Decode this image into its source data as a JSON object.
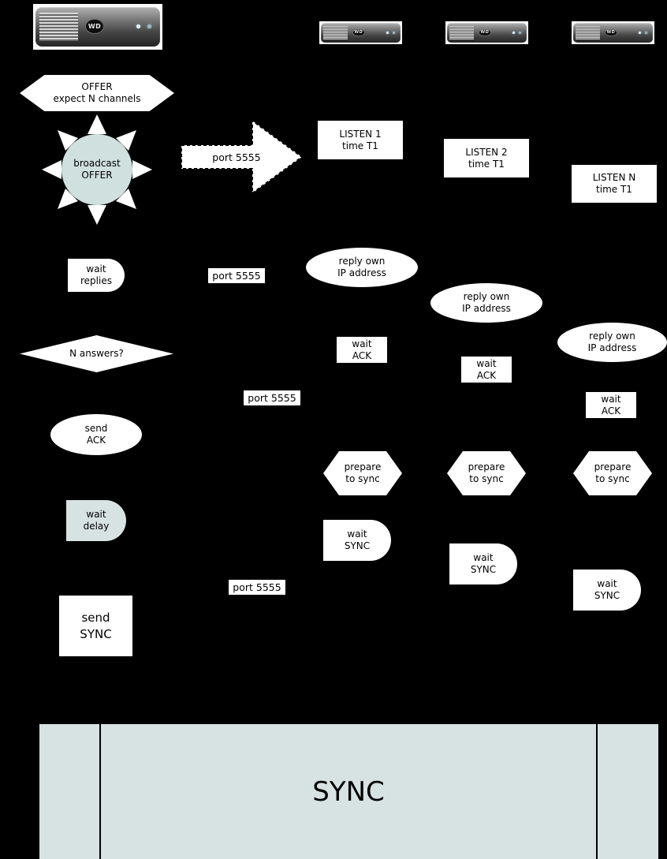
{
  "colors": {
    "background": "#000000",
    "shape_fill": "#ffffff",
    "accent_fill": "#d7e3e2",
    "text": "#000000"
  },
  "devices": {
    "logo": "WD"
  },
  "flow": {
    "offer": {
      "line1": "OFFER",
      "line2": "expect N channels"
    },
    "broadcast": {
      "line1": "broadcast",
      "line2": "OFFER"
    },
    "arrow_label": "port 5555",
    "wait_replies": {
      "line1": "wait",
      "line2": "replies"
    },
    "n_answers": "N answers?",
    "send_ack": {
      "line1": "send",
      "line2": "ACK"
    },
    "wait_delay": {
      "line1": "wait",
      "line2": "delay"
    },
    "send_sync": {
      "line1": "send",
      "line2": "SYNC"
    }
  },
  "port_labels": [
    "port 5555",
    "port 5555",
    "port 5555"
  ],
  "channels": [
    {
      "listen": {
        "line1": "LISTEN 1",
        "line2": "time T1"
      },
      "reply": {
        "line1": "reply own",
        "line2": "IP address"
      },
      "wait_ack": {
        "line1": "wait",
        "line2": "ACK"
      },
      "prepare": {
        "line1": "prepare",
        "line2": "to sync"
      },
      "wait_sync": {
        "line1": "wait",
        "line2": "SYNC"
      }
    },
    {
      "listen": {
        "line1": "LISTEN 2",
        "line2": "time T1"
      },
      "reply": {
        "line1": "reply own",
        "line2": "IP address"
      },
      "wait_ack": {
        "line1": "wait",
        "line2": "ACK"
      },
      "prepare": {
        "line1": "prepare",
        "line2": "to sync"
      },
      "wait_sync": {
        "line1": "wait",
        "line2": "SYNC"
      }
    },
    {
      "listen": {
        "line1": "LISTEN N",
        "line2": "time T1"
      },
      "reply": {
        "line1": "reply own",
        "line2": "IP address"
      },
      "wait_ack": {
        "line1": "wait",
        "line2": "ACK"
      },
      "prepare": {
        "line1": "prepare",
        "line2": "to sync"
      },
      "wait_sync": {
        "line1": "wait",
        "line2": "SYNC"
      }
    }
  ],
  "sync_bar": {
    "label": "SYNC"
  }
}
